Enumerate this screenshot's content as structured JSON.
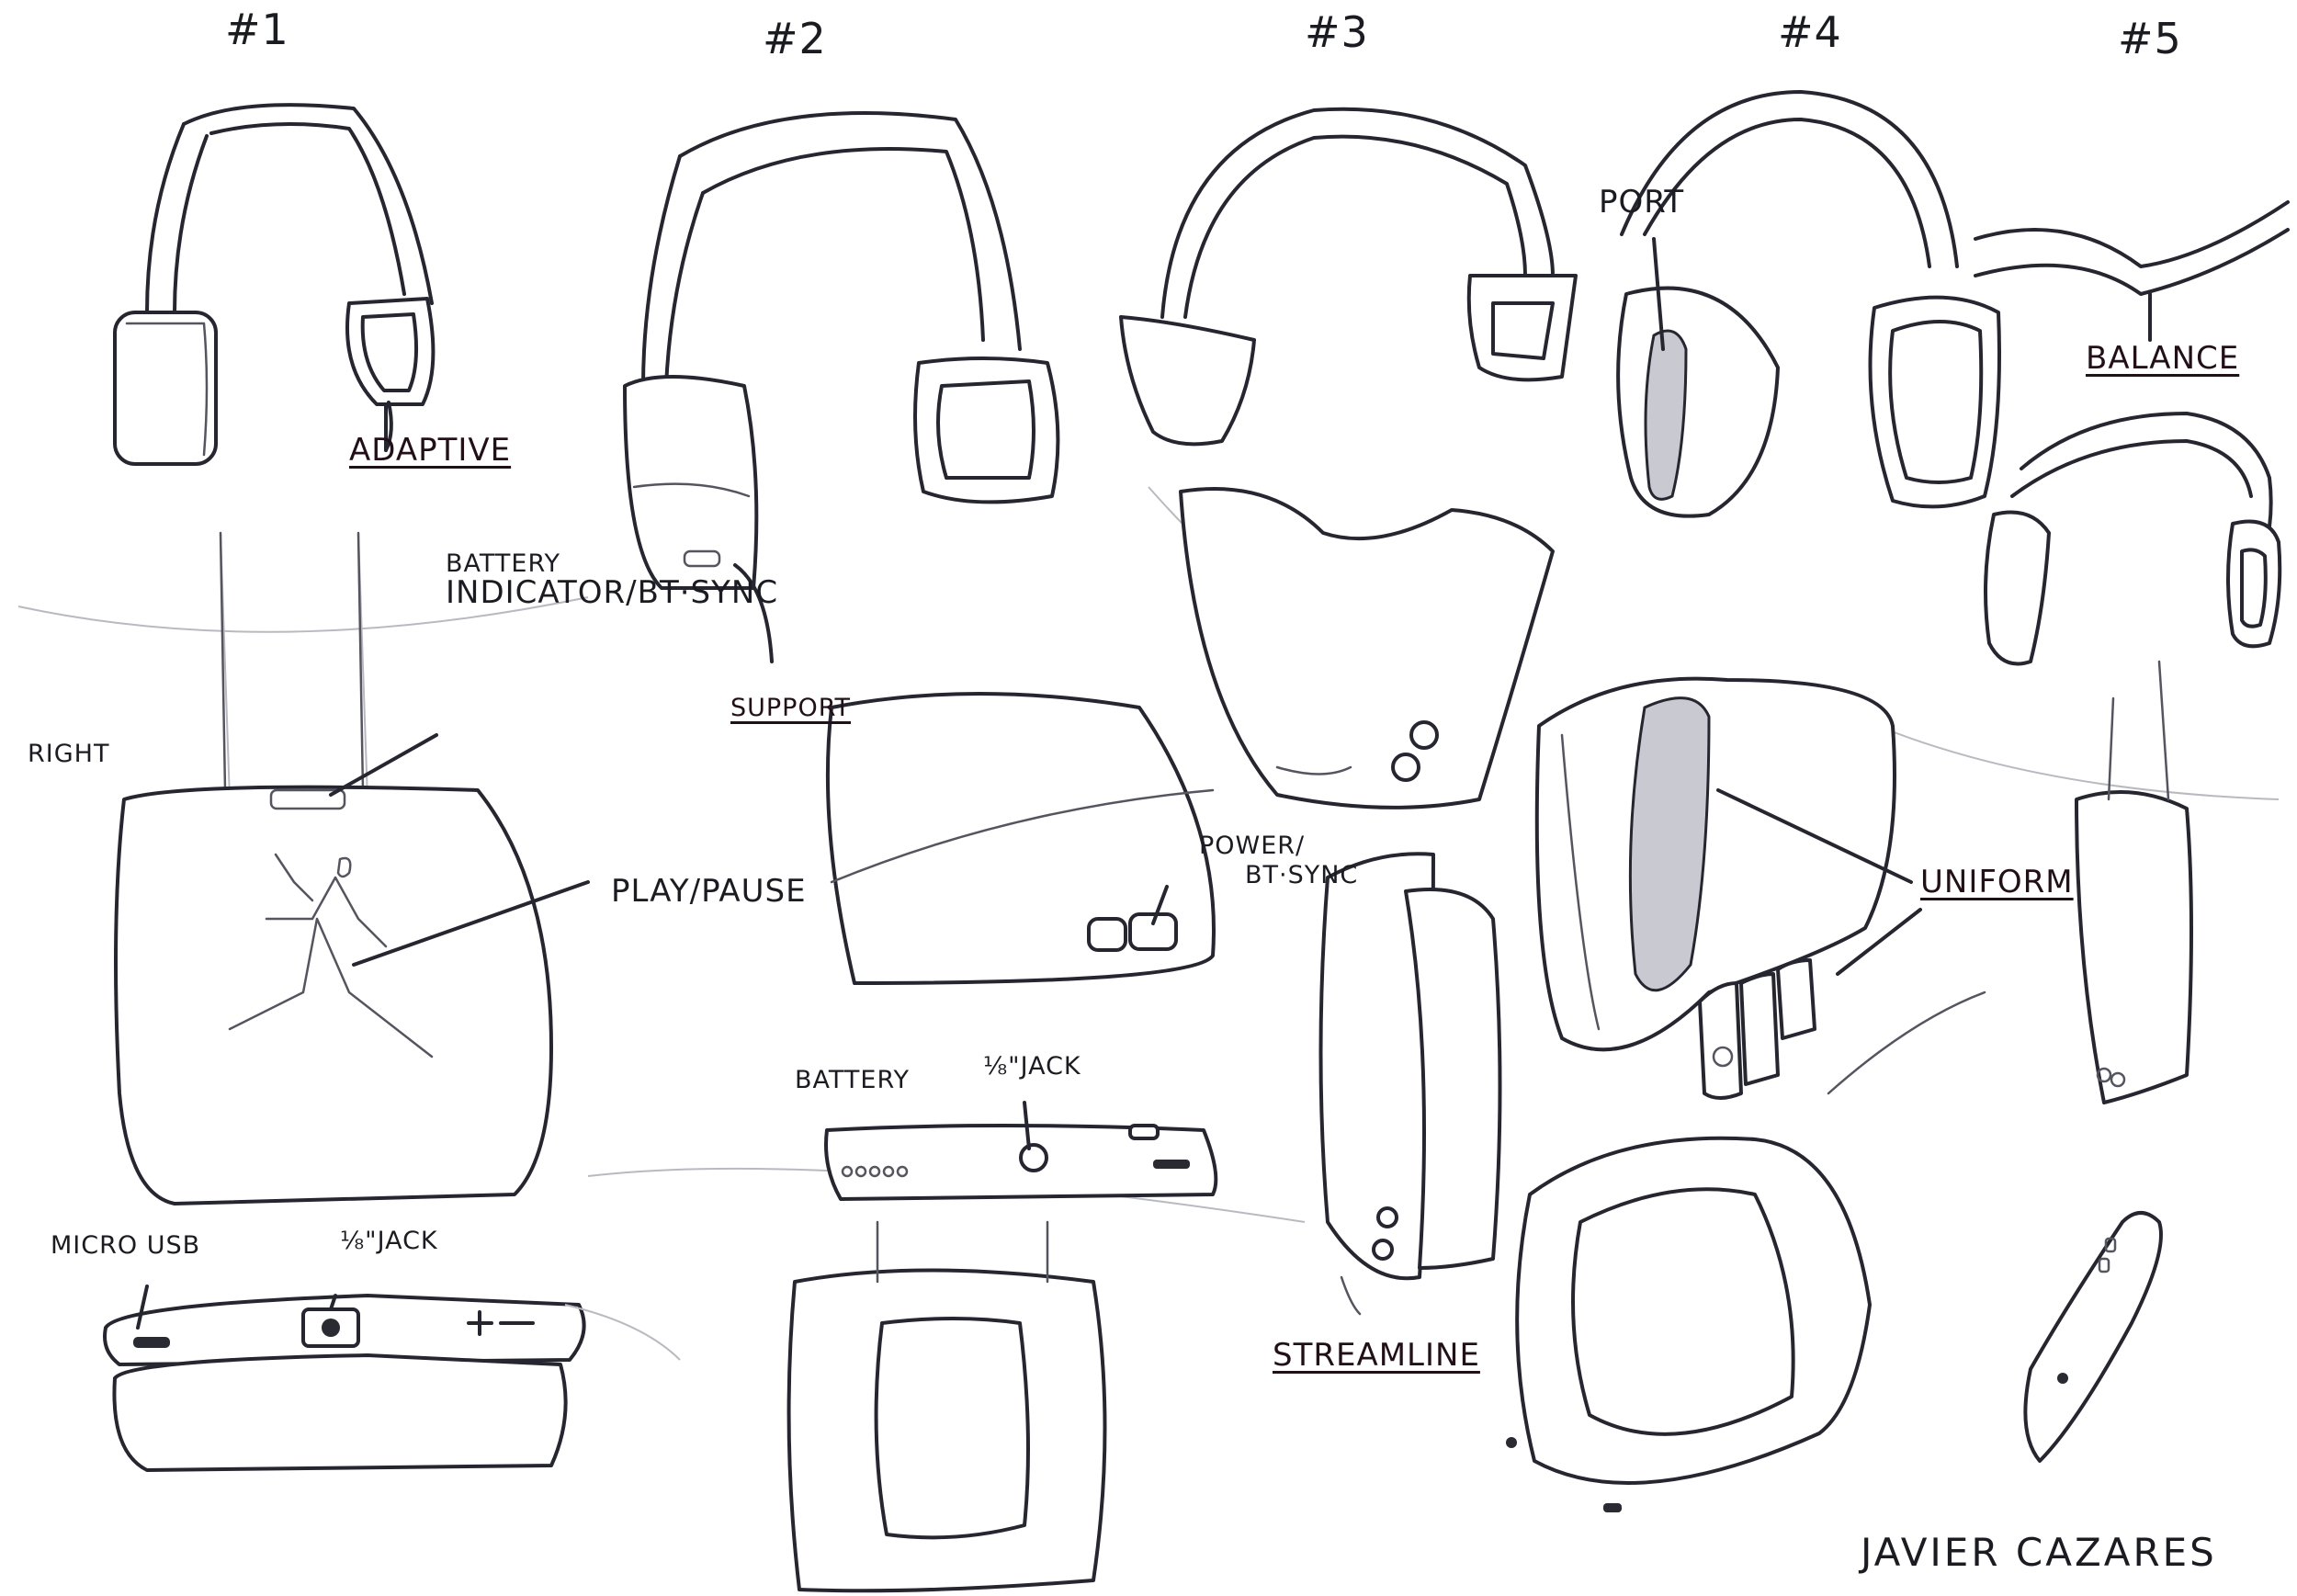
{
  "concepts": [
    {
      "number": "#1"
    },
    {
      "number": "#2"
    },
    {
      "number": "#3"
    },
    {
      "number": "#4"
    },
    {
      "number": "#5"
    }
  ],
  "callouts": {
    "adaptive": "ADAPTIVE",
    "right": "RIGHT",
    "battery_indicator_line1": "BATTERY",
    "battery_indicator_line2": "INDICATOR/BT·SYNC",
    "play_pause": "PLAY/PAUSE",
    "micro_usb": "MICRO USB",
    "jack_1": "⅛\"JACK",
    "support": "SUPPORT",
    "power_line1": "POWER/",
    "power_line2": "BT·SYNC",
    "battery": "BATTERY",
    "jack_2": "⅛\"JACK",
    "streamline": "STREAMLINE",
    "port": "PORT",
    "uniform": "UNIFORM",
    "balance": "BALANCE"
  },
  "signature": "JAVIER CAZARES"
}
